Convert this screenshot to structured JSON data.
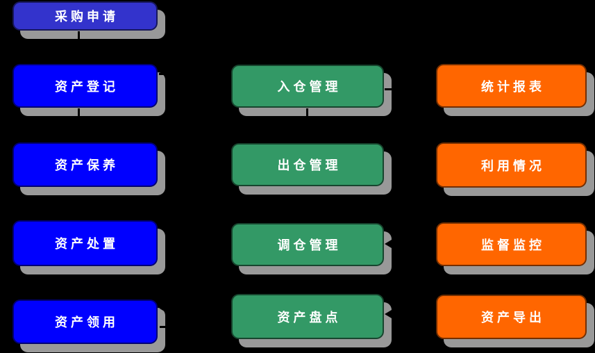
{
  "diagram": {
    "background_color": "#000000",
    "shadow_color": "#999999",
    "text_color": "#ffffff",
    "columns": [
      {
        "name": "asset-lifecycle",
        "color": "#0000ff",
        "items": [
          {
            "label": "采购申请",
            "color": "#3333cc"
          },
          {
            "label": "资产登记"
          },
          {
            "label": "资产保养"
          },
          {
            "label": "资产处置"
          },
          {
            "label": "资产领用"
          }
        ]
      },
      {
        "name": "warehouse-management",
        "color": "#339966",
        "items": [
          {
            "label": "入仓管理"
          },
          {
            "label": "出仓管理"
          },
          {
            "label": "调仓管理"
          },
          {
            "label": "资产盘点"
          }
        ]
      },
      {
        "name": "reporting",
        "color": "#ff6600",
        "items": [
          {
            "label": "统计报表"
          },
          {
            "label": "利用情况"
          },
          {
            "label": "监督监控"
          },
          {
            "label": "资产导出"
          }
        ]
      }
    ]
  }
}
